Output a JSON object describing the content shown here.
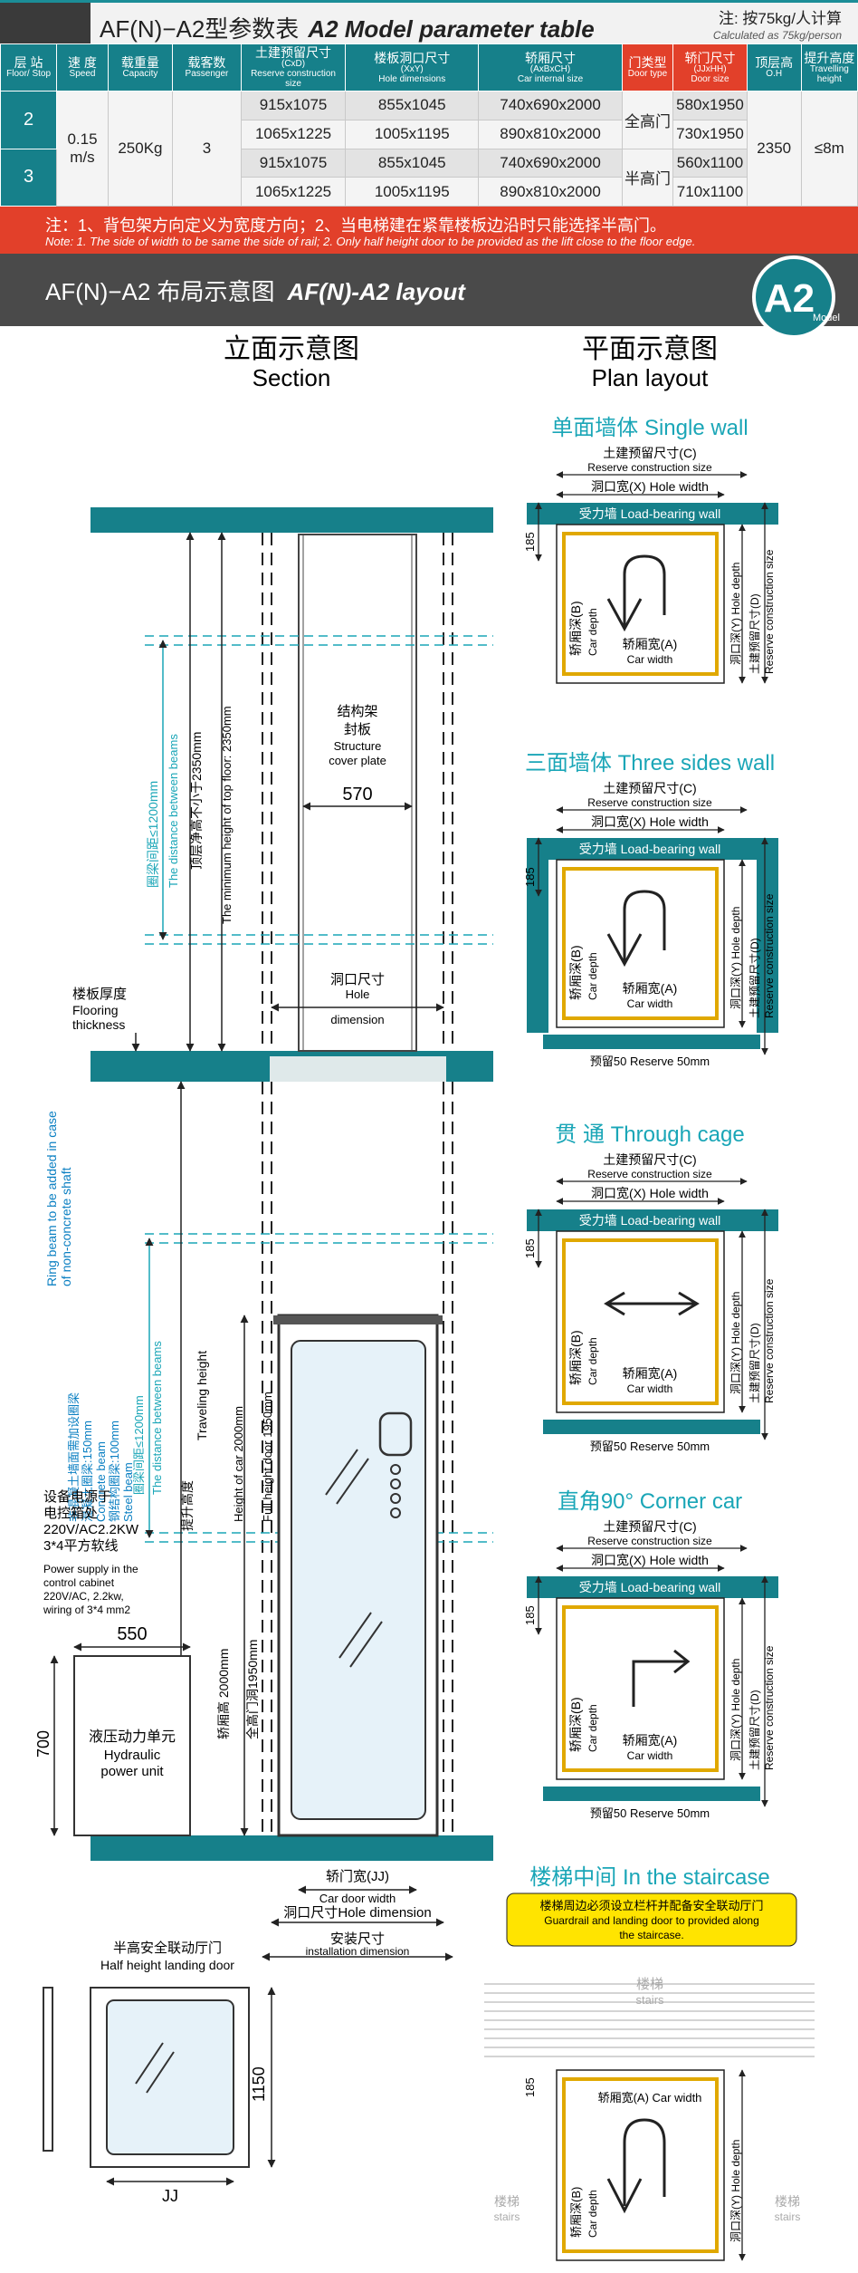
{
  "header": {
    "title_cn": "AF(N)−A2型参数表",
    "title_en": "A2 Model parameter table",
    "note_cn": "注: 按75kg/人计算",
    "note_en": "Calculated as 75kg/person"
  },
  "table": {
    "headers": [
      {
        "cn": "层 站",
        "en": "Floor/ Stop"
      },
      {
        "cn": "速 度",
        "en": "Speed"
      },
      {
        "cn": "载重量",
        "en": "Capacity"
      },
      {
        "cn": "载客数",
        "en": "Passenger"
      },
      {
        "cn": "土建预留尺寸",
        "sub": "(CxD)",
        "en": "Reserve construction size"
      },
      {
        "cn": "楼板洞口尺寸",
        "sub": "(XxY)",
        "en": "Hole dimensions"
      },
      {
        "cn": "轿厢尺寸",
        "sub": "(AxBxCH)",
        "en": "Car internal size"
      },
      {
        "cn": "门类型",
        "en": "Door type"
      },
      {
        "cn": "轿门尺寸",
        "sub": "(JJxHH)",
        "en": "Door size"
      },
      {
        "cn": "顶层高",
        "en": "O.H"
      },
      {
        "cn": "提升高度",
        "en": "Travelling height"
      }
    ],
    "stops": [
      "2",
      "3"
    ],
    "speed": "0.15 m/s",
    "capacity": "250Kg",
    "passenger": "3",
    "rows": [
      {
        "reserve": "915x1075",
        "hole": "855x1045",
        "car": "740x690x2000",
        "door": "580x1950"
      },
      {
        "reserve": "1065x1225",
        "hole": "1005x1195",
        "car": "890x810x2000",
        "door": "730x1950"
      },
      {
        "reserve": "915x1075",
        "hole": "855x1045",
        "car": "740x690x2000",
        "door": "560x1100"
      },
      {
        "reserve": "1065x1225",
        "hole": "1005x1195",
        "car": "890x810x2000",
        "door": "710x1100"
      }
    ],
    "door_types": [
      "全高门",
      "半高门"
    ],
    "oh": "2350",
    "travel": "≤8m",
    "notes_cn": "注：1、背包架方向定义为宽度方向；2、当电梯建在紧靠楼板边沿时只能选择半高门。",
    "notes_en": "Note: 1. The side of width to be same the side of rail; 2. Only half height door to be provided as the lift close to the floor edge."
  },
  "layout": {
    "title_cn": "AF(N)−A2 布局示意图",
    "title_en": "AF(N)-A2 layout",
    "badge": "A2",
    "badge_sub": "Model"
  },
  "section": {
    "title_cn": "立面示意图",
    "title_en": "Section",
    "cover_cn": "结构架",
    "cover_cn2": "封板",
    "cover_en": "Structure",
    "cover_en2": "cover plate",
    "dim570": "570",
    "hole_cn": "洞口尺寸",
    "hole_en": "Hole",
    "hole_en2": "dimension",
    "floor_cn": "楼板厚度",
    "floor_en": "Flooring",
    "floor_en2": "thickness",
    "beam_cn": "圈梁间距≤1200mm",
    "beam_en": "The distance between beams",
    "oh_cn": "顶层净高不小于2350mm",
    "oh_en": "The minimum height of top floor: 2350mm",
    "ring_cn": "非混凝土墙面需加设圈梁",
    "ring_en": "Ring beam to be added in case",
    "ring_en2": "of non-concrete shaft",
    "concrete": "混凝土圈梁:150mm",
    "concrete_en": "Concrete beam",
    "steel": "钢结构圈梁:100mm",
    "steel_en": "Steel beam",
    "beam2_cn": "圈梁间距≤1200mm",
    "beam2_en": "The distance between beams",
    "travel_cn": "提升高度",
    "travel_en": "Traveling height",
    "carh_cn": "轿厢高 2000mm",
    "carh_en": "Height of car 2000mm",
    "doorh_cn": "全高门洞1950mm",
    "doorh_en": "Full height door 1950mm",
    "power_cn": "设备电源于",
    "power_cn2": "电控箱处",
    "power_cn3": "220V/AC2.2KW",
    "power_cn4": "3*4平方软线",
    "power_en": "Power supply in the",
    "power_en2": "control cabinet",
    "power_en3": "220V/AC, 2.2kw,",
    "power_en4": "wiring of 3*4 mm2",
    "pu_w": "550",
    "pu_h": "700",
    "pu_cn": "液压动力单元",
    "pu_en": "Hydraulic",
    "pu_en2": "power unit",
    "jj_cn": "轿门宽(JJ)",
    "jj_en": "Car door width",
    "holed_cn": "洞口尺寸",
    "holed_en": "Hole dimension",
    "inst_cn": "安装尺寸",
    "inst_en": "installation dimension",
    "half_cn": "半高安全联动厅门",
    "half_en": "Half height landing door",
    "half_h": "1150",
    "half_w": "JJ"
  },
  "plan": {
    "title_cn": "平面示意图",
    "title_en": "Plan layout",
    "reserve_cn": "土建预留尺寸(C)",
    "reserve_en": "Reserve construction size",
    "hole_cn": "洞口宽(X)",
    "hole_en": "Hole width",
    "wall_cn": "受力墙",
    "wall_en": "Load-bearing wall",
    "d185": "185",
    "cardepth_cn": "轿厢深(B)",
    "cardepth_en": "Car depth",
    "carwidth_cn": "轿厢宽(A)",
    "carwidth_en": "Car width",
    "holedepth_cn": "洞口深(Y)",
    "holedepth_en": "Hole depth",
    "rdepth_cn": "土建预留尺寸(D)",
    "rdepth_en": "Reserve construction size",
    "res50_cn": "预留50",
    "res50_en": "Reserve 50mm",
    "p1_cn": "单面墙体",
    "p1_en": "Single wall",
    "p2_cn": "三面墙体",
    "p2_en": "Three sides wall",
    "p3_cn": "贯 通",
    "p3_en": "Through cage",
    "p4_cn": "直角90°",
    "p4_en": "Corner car",
    "p5_cn": "楼梯中间",
    "p5_en": "In the staircase",
    "p5_note_cn": "楼梯周边必须设立栏杆并配备安全联动厅门",
    "p5_note_en": "Guardrail and landing door to provided along",
    "p5_note_en2": "the staircase.",
    "stairs_cn": "楼梯",
    "stairs_en": "stairs",
    "carwidth_inline": "轿厢宽(A) Car width"
  },
  "colors": {
    "teal": "#16808a",
    "red": "#e2402a",
    "cyan": "#1aa6b7",
    "band": "#4a4a4a",
    "blue": "#0a7fc2"
  }
}
